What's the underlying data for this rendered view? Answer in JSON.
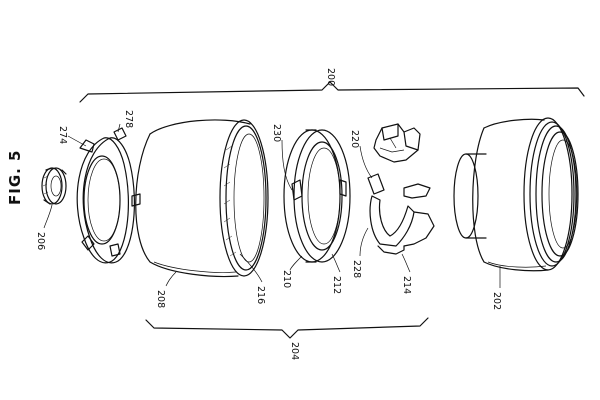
{
  "figure": {
    "label": "FIG. 5"
  },
  "references": {
    "assembly": "200",
    "part_202": "202",
    "part_204": "204",
    "part_206": "206",
    "part_208": "208",
    "part_210": "210",
    "part_212": "212",
    "part_214": "214",
    "part_216": "216",
    "part_220": "220",
    "part_228": "228",
    "part_230": "230",
    "part_274": "274",
    "part_278": "278"
  }
}
